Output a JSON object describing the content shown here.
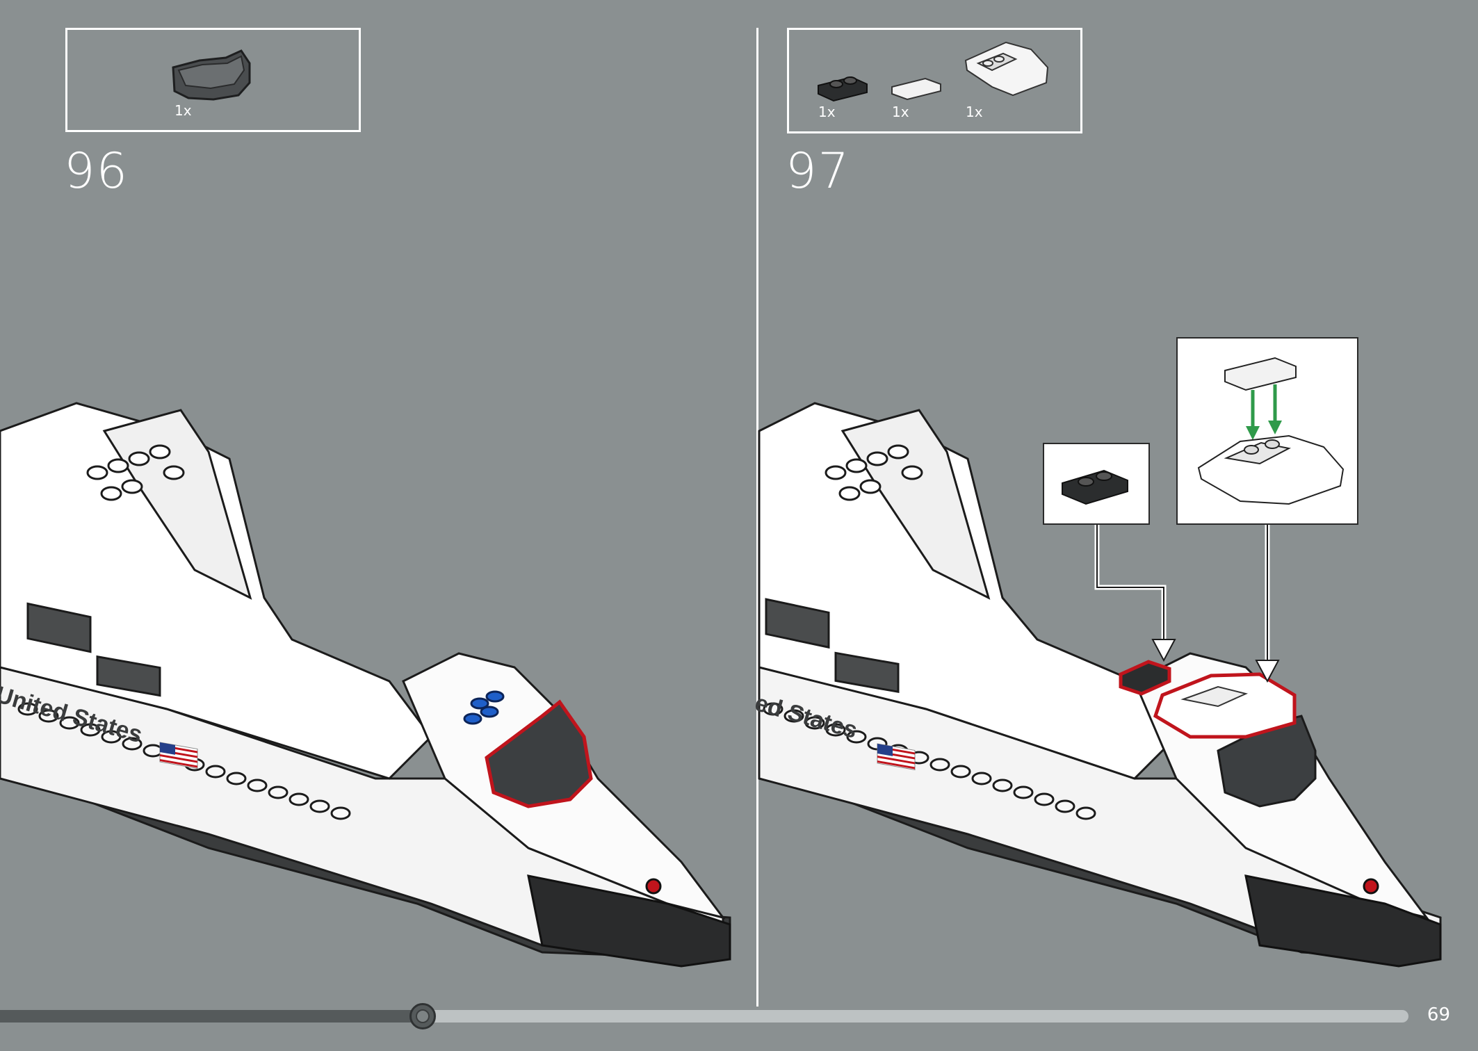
{
  "steps": [
    {
      "number": "96",
      "parts": [
        {
          "qty": "1x",
          "part_icon": "trans-black-curved-windscreen"
        }
      ]
    },
    {
      "number": "97",
      "parts": [
        {
          "qty": "1x",
          "part_icon": "black-plate-1x2"
        },
        {
          "qty": "1x",
          "part_icon": "white-tile-1x2"
        },
        {
          "qty": "1x",
          "part_icon": "white-curved-slope-cockpit-roof"
        }
      ]
    }
  ],
  "model": {
    "label_text": "United States",
    "label_text_right": "ed States"
  },
  "progress": {
    "fraction": 0.3
  },
  "page_number": "69",
  "colors": {
    "background": "#8a9091",
    "highlight": "#c0141c",
    "arrow_green": "#2f9a4a",
    "stud_blue": "#1f5fc9"
  }
}
